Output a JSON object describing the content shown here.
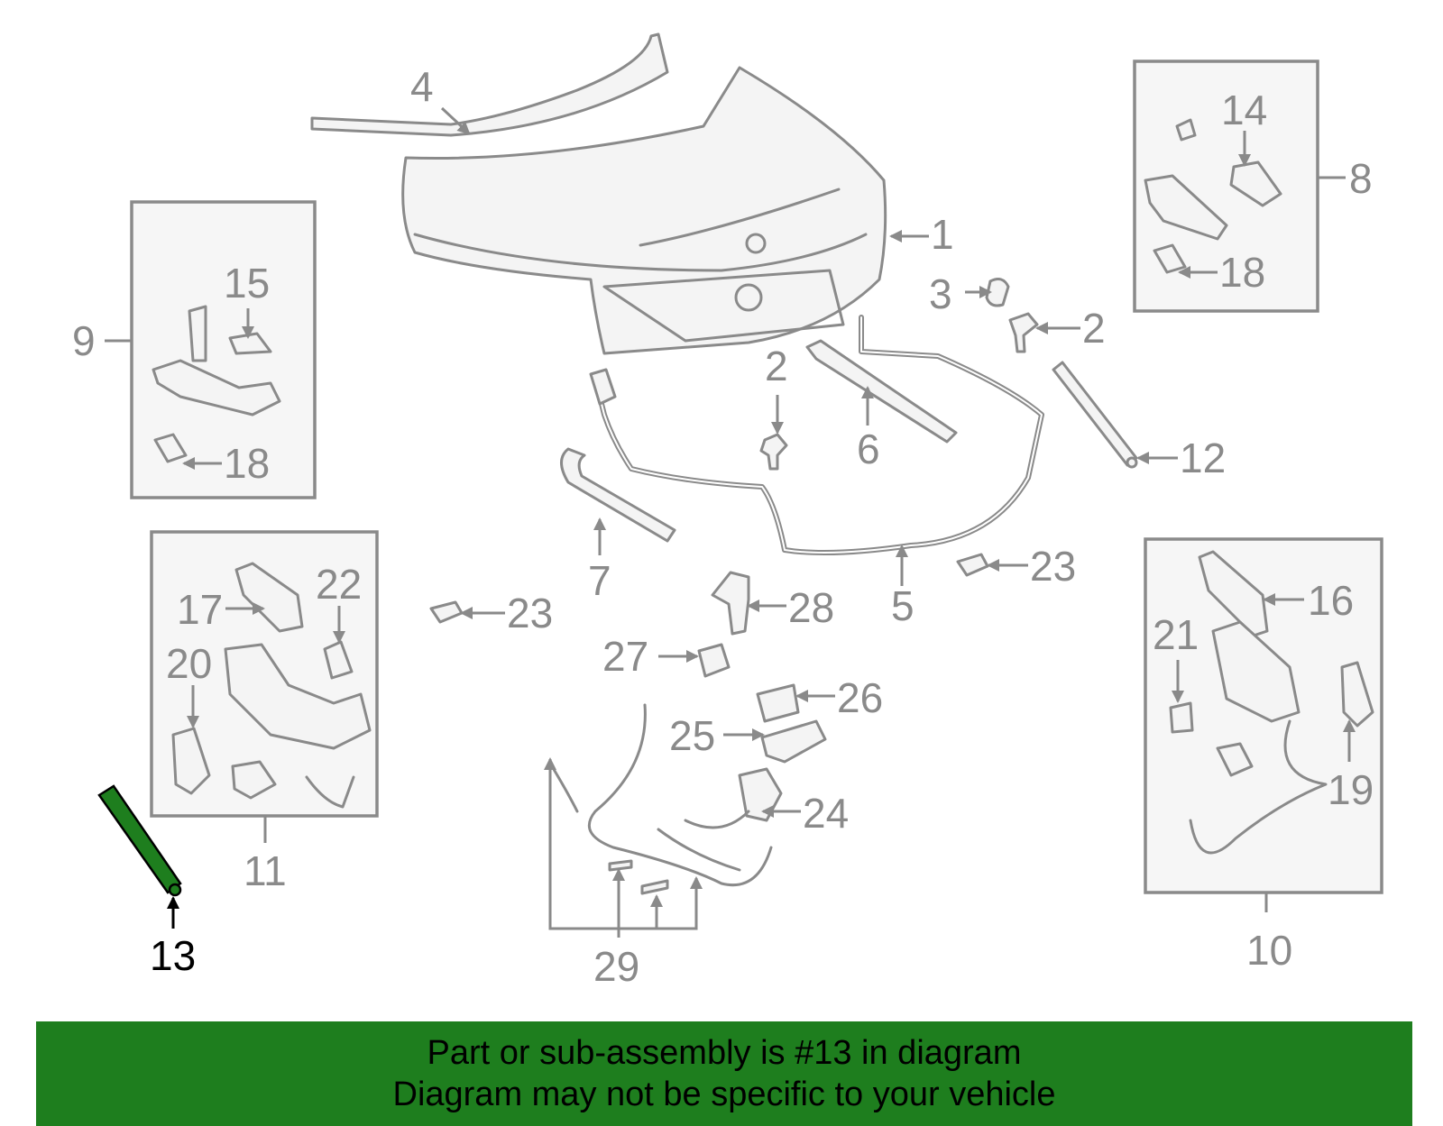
{
  "diagram": {
    "callouts": {
      "c1": "1",
      "c2a": "2",
      "c2b": "2",
      "c3": "3",
      "c4": "4",
      "c5": "5",
      "c6": "6",
      "c7": "7",
      "c8": "8",
      "c9": "9",
      "c10": "10",
      "c11": "11",
      "c12": "12",
      "c13": "13",
      "c14": "14",
      "c15": "15",
      "c16": "16",
      "c17": "17",
      "c18a": "18",
      "c18b": "18",
      "c19": "19",
      "c20": "20",
      "c21": "21",
      "c22": "22",
      "c23a": "23",
      "c23b": "23",
      "c24": "24",
      "c25": "25",
      "c26": "26",
      "c27": "27",
      "c28": "28",
      "c29": "29"
    },
    "highlight_part": "13",
    "colors": {
      "highlight": "#1e7e1e",
      "line": "#8a8a8a",
      "banner": "#1e7e1e"
    }
  },
  "banner": {
    "line1": "Part or sub-assembly is #13 in diagram",
    "line2": "Diagram may not be specific to your vehicle"
  }
}
